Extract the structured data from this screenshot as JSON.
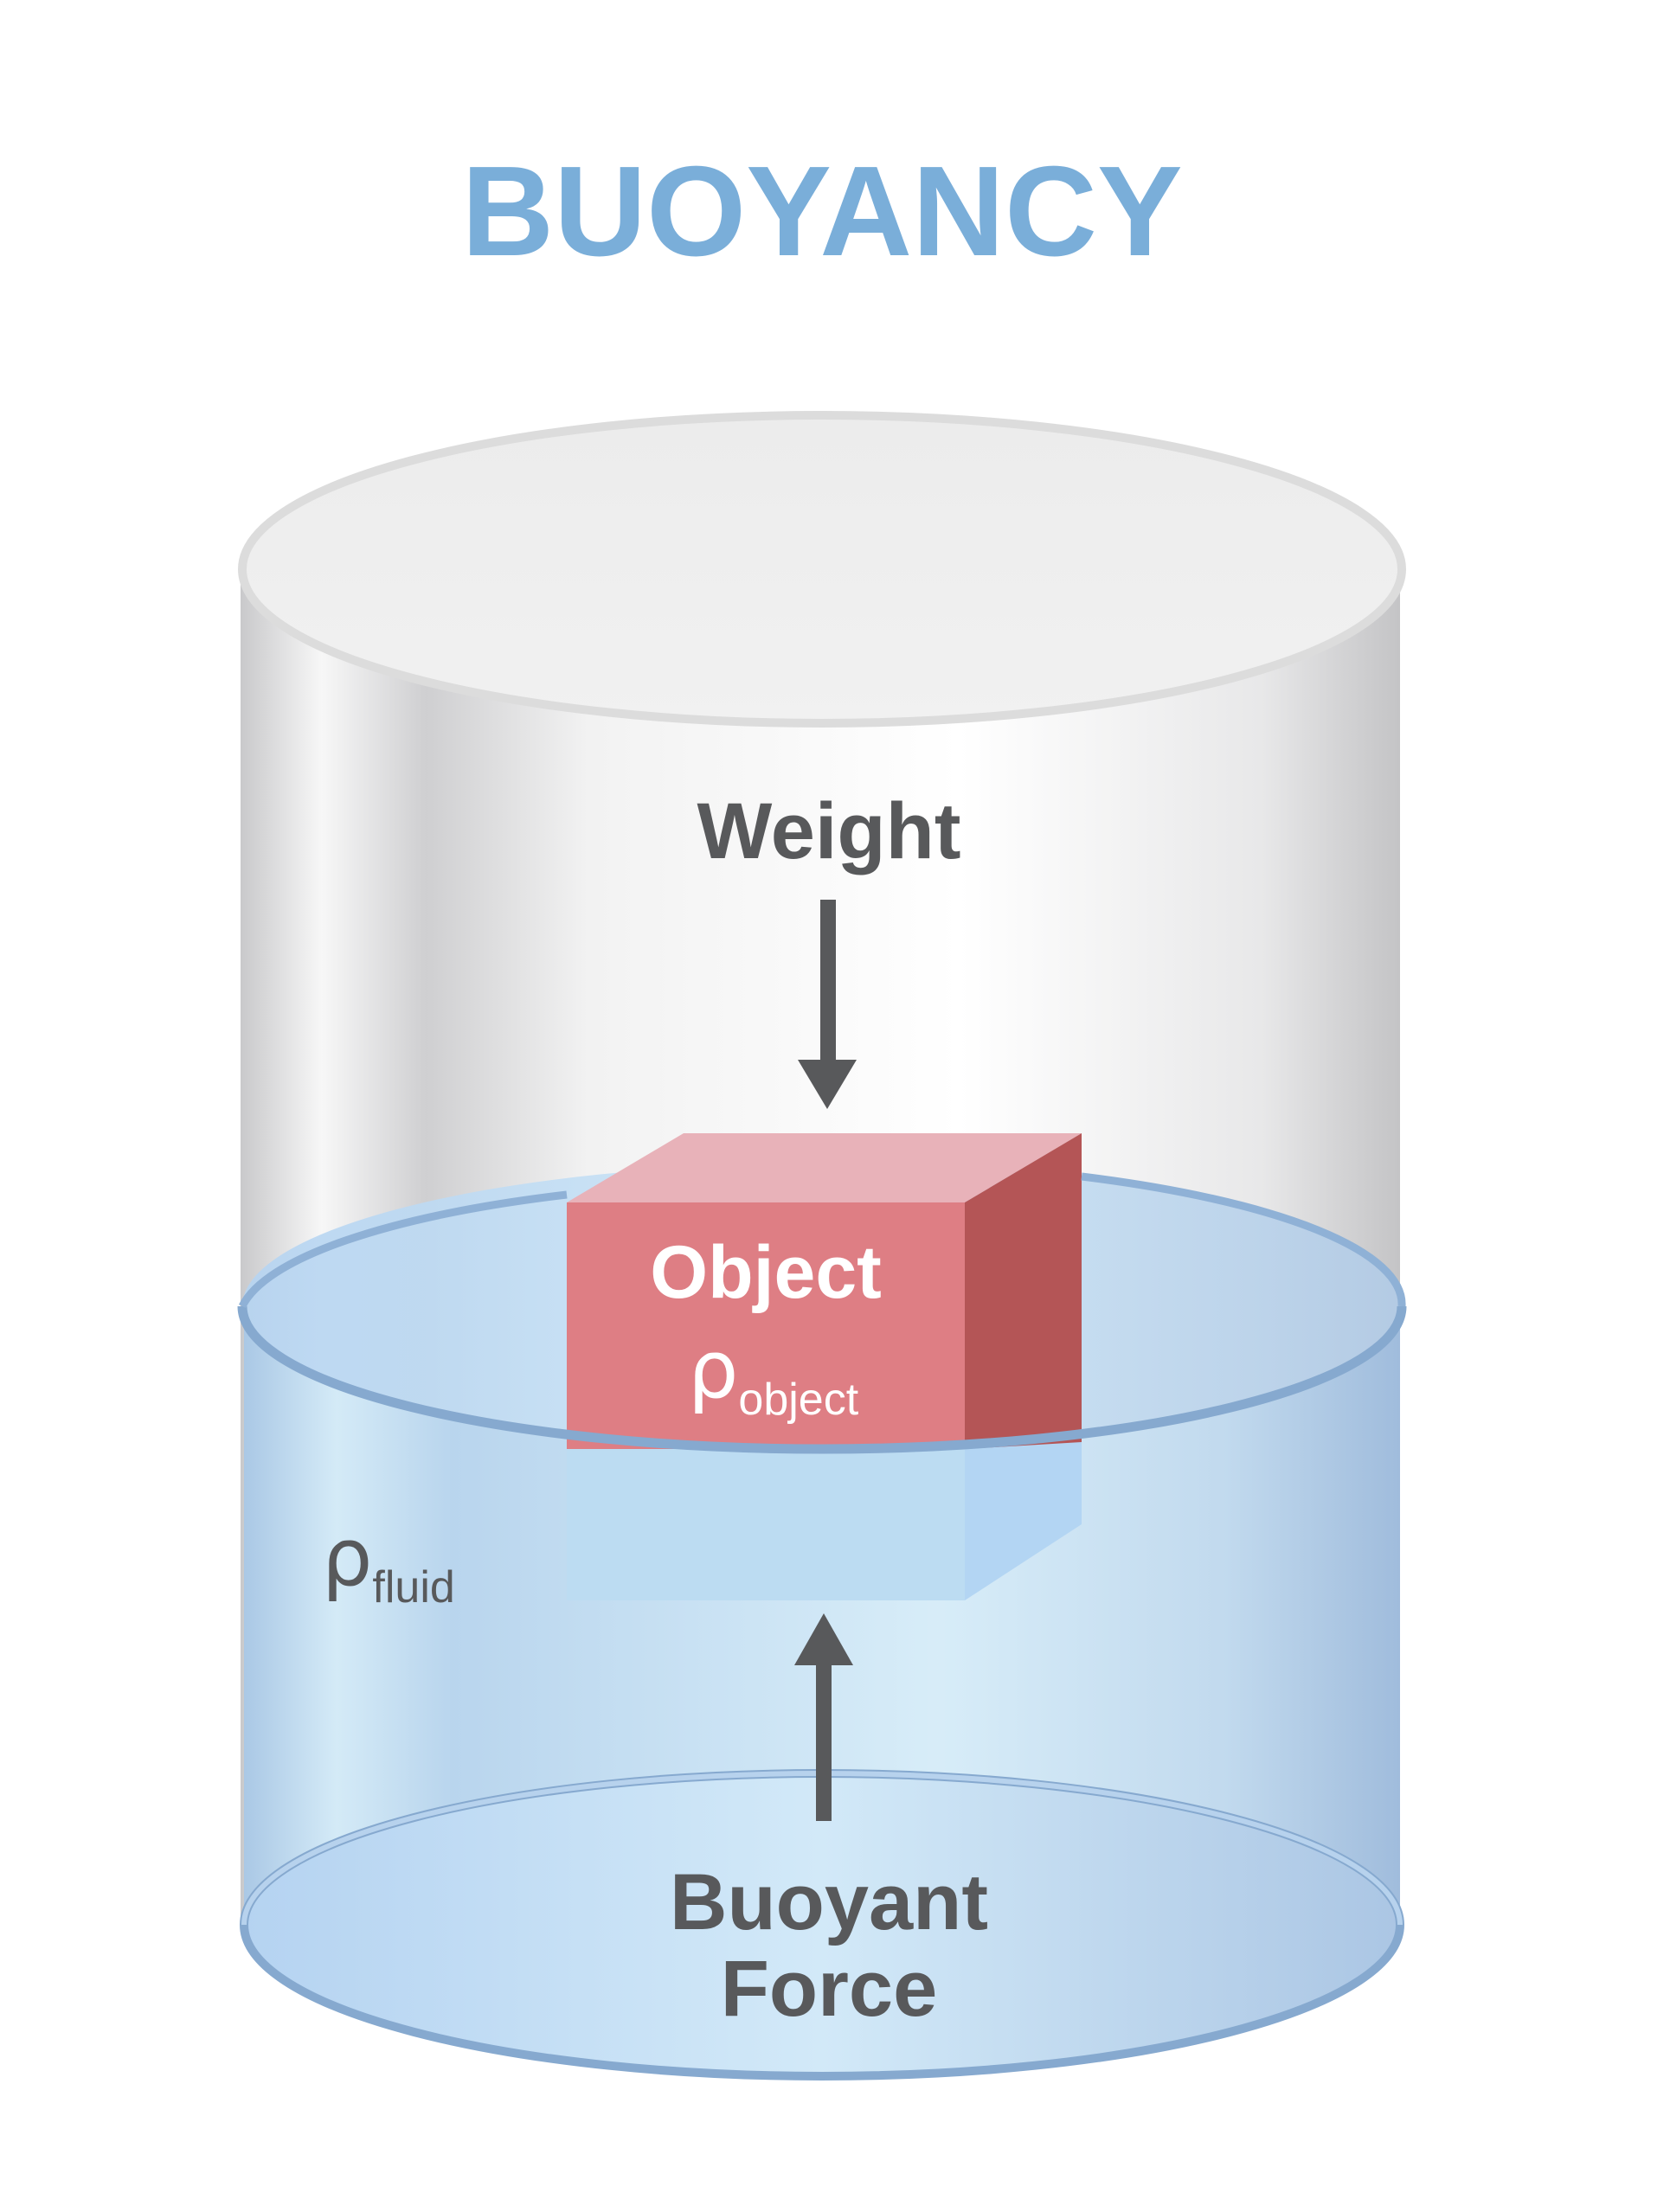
{
  "title": "BUOYANCY",
  "labels": {
    "weight": "Weight",
    "object": "Object",
    "rho_symbol": "ρ",
    "rho_object_sub": "object",
    "rho_fluid_sub": "fluid",
    "buoyant_line1": "Buoyant",
    "buoyant_line2": "Force"
  },
  "colors": {
    "title": "#7aaed9",
    "label_dark": "#58595b",
    "object_front": "#de7e84",
    "object_top": "#e8b2b9",
    "object_side": "#b45556",
    "fluid": "#c6e0f5",
    "fluid_rim": "#86a9cf",
    "container": "#e6e6e6",
    "arrow": "#58595b"
  }
}
